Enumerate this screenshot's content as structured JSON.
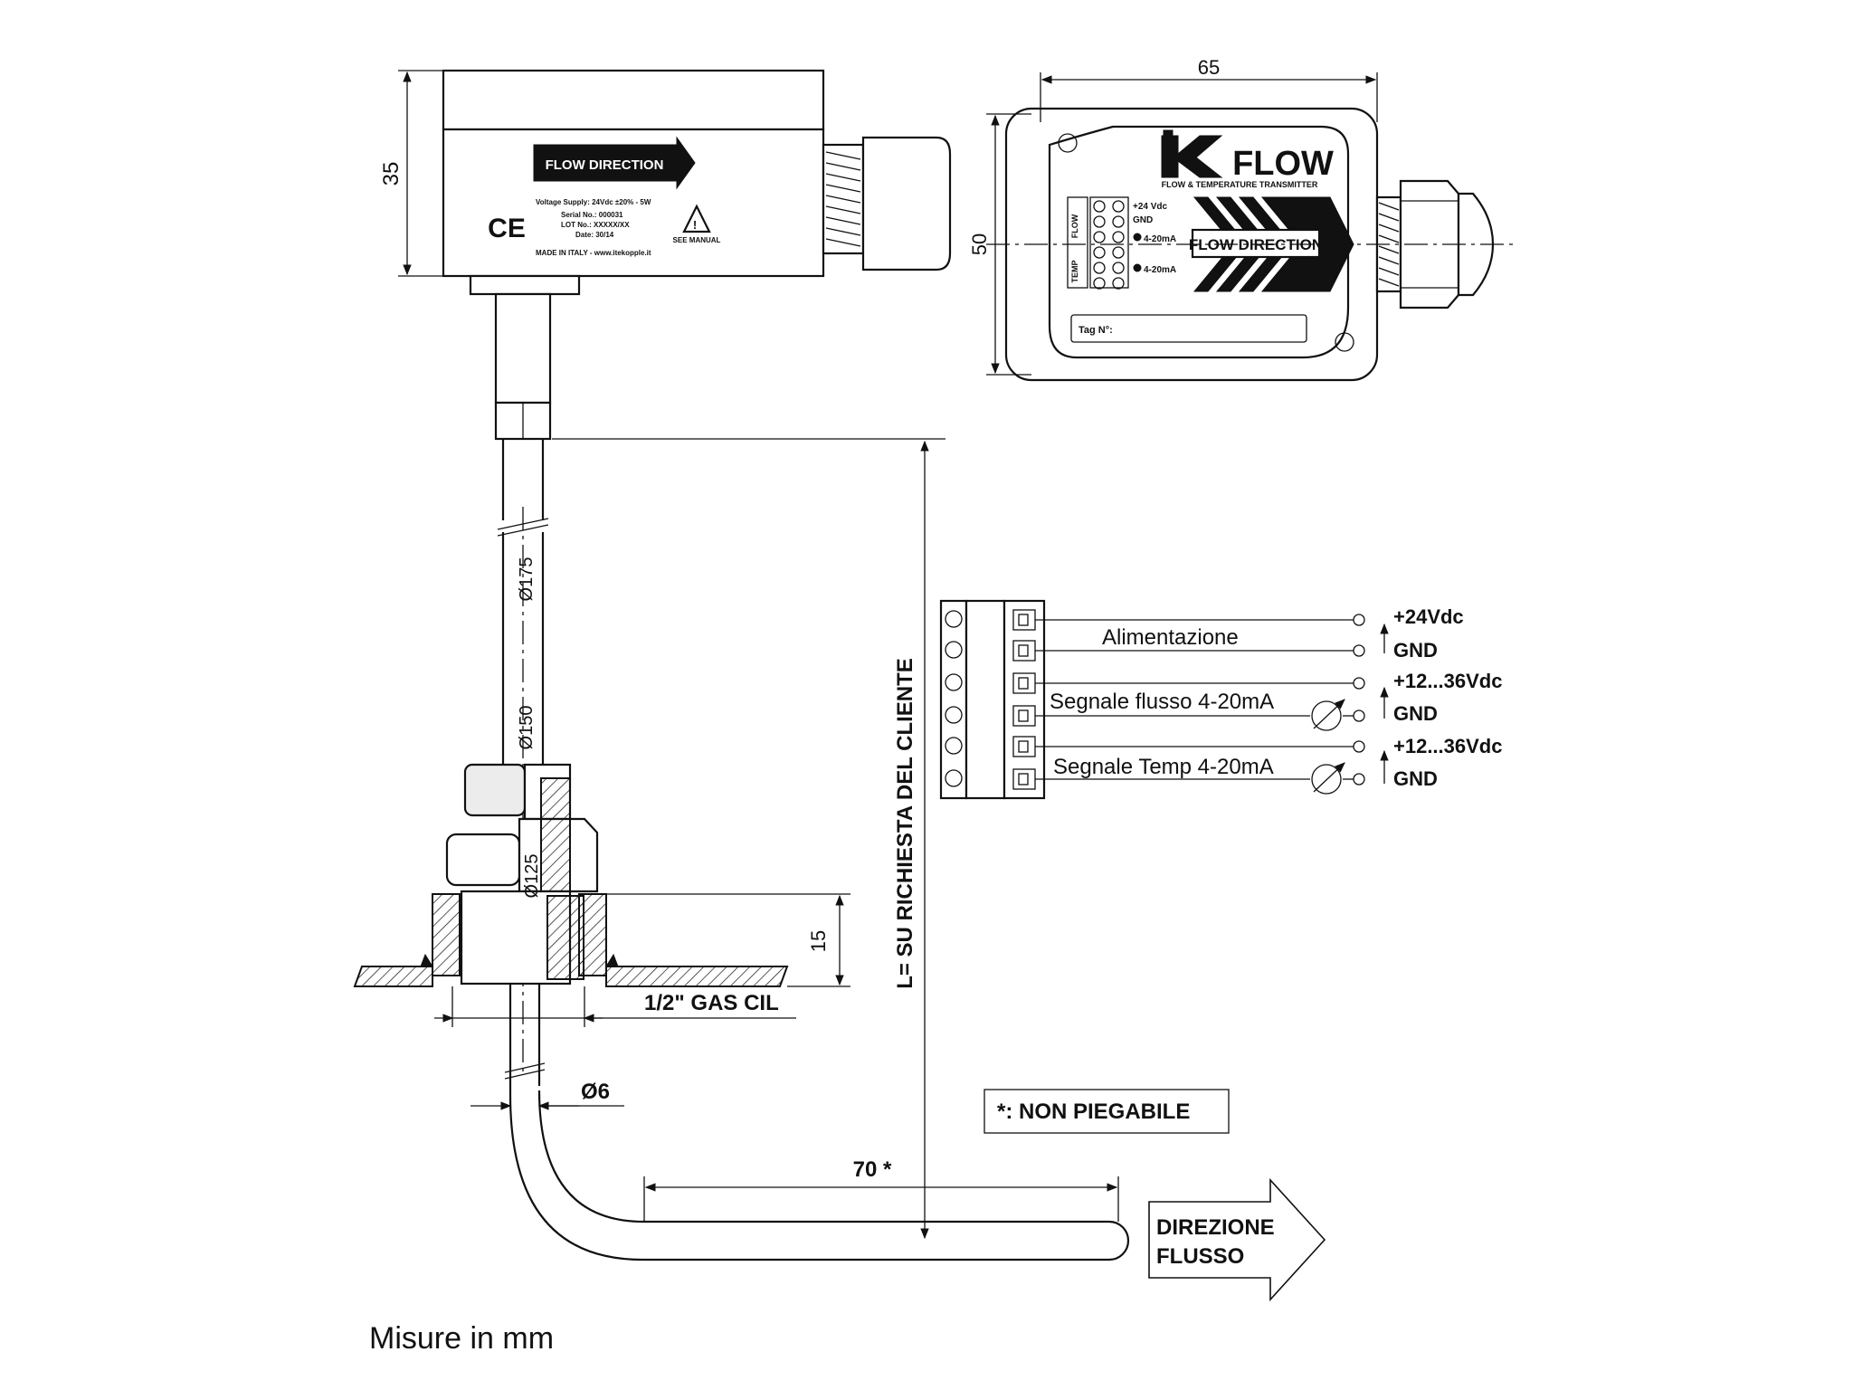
{
  "dimensions": {
    "height_35": "35",
    "width_65": "65",
    "height_50": "50",
    "diam_175": "Ø175",
    "diam_150": "Ø150",
    "diam_125": "Ø125",
    "height_15": "15",
    "thread": "1/2\" GAS CIL",
    "diam_6": "Ø6",
    "length_70": "70 *",
    "length_L": "L= SU RICHIESTA DEL CLIENTE"
  },
  "side_label": {
    "flow_direction": "FLOW DIRECTION",
    "voltage": "Voltage Supply:  24Vdc ±20% - 5W",
    "serial": "Serial No.: 000031",
    "lot": "LOT No.: XXXXX/XX",
    "date": "Date: 30/14",
    "see_manual": "SEE MANUAL",
    "made_in": "MADE IN ITALY  -  www.itekopple.it",
    "ce": "CE"
  },
  "top_label": {
    "brand": "FLOW",
    "subtitle": "FLOW & TEMPERATURE TRANSMITTER",
    "flow_direction": "FLOW DIRECTION",
    "term_24": "+24 Vdc",
    "term_gnd": "GND",
    "term_mA1": "4-20mA",
    "term_mA2": "4-20mA",
    "side_flow": "FLOW",
    "side_temp": "TEMP",
    "tag": "Tag N°:"
  },
  "wiring": {
    "v24": "+24Vdc",
    "gnd1": "GND",
    "alimentazione": "Alimentazione",
    "v12_1": "+12...36Vdc",
    "gnd2": "GND",
    "segnale_flusso": "Segnale flusso 4-20mA",
    "v12_2": "+12...36Vdc",
    "gnd3": "GND",
    "segnale_temp": "Segnale Temp 4-20mA"
  },
  "notes": {
    "non_piegabile": "*: NON PIEGABILE",
    "direzione_1": "DIREZIONE",
    "direzione_2": "FLUSSO",
    "misure": "Misure in mm"
  }
}
